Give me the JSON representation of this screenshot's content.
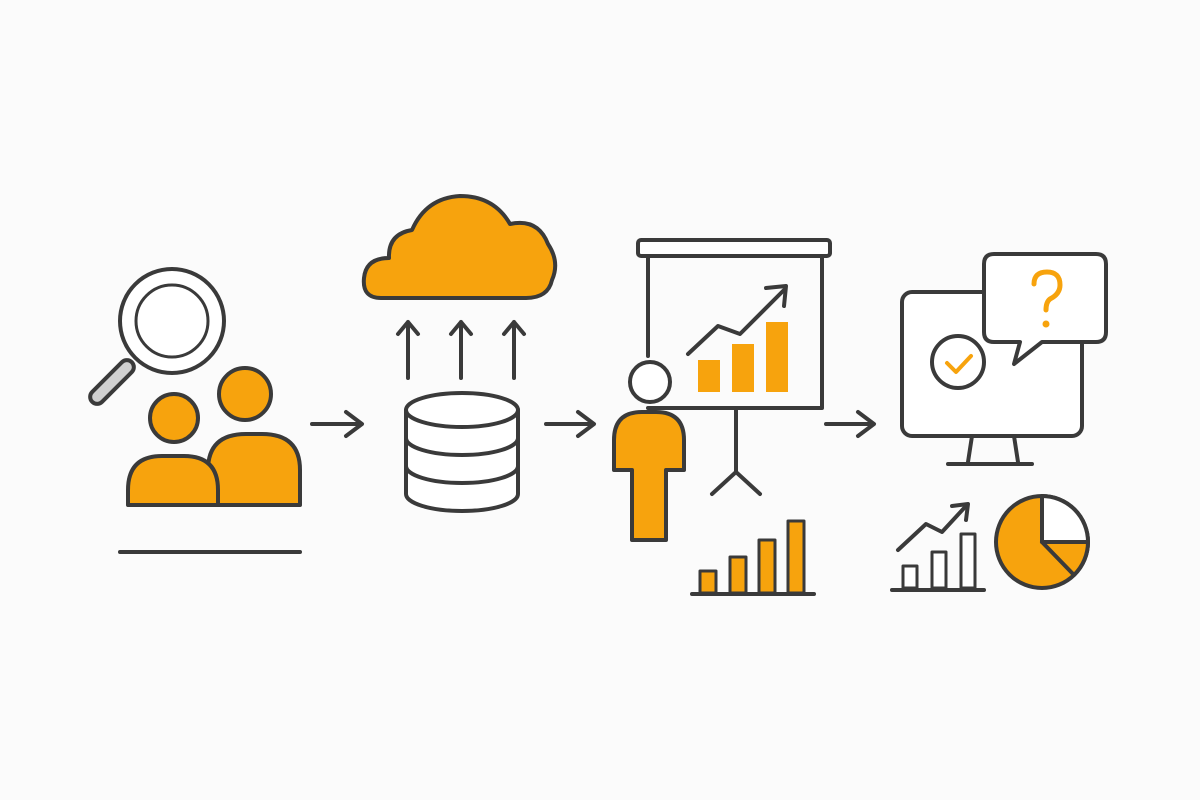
{
  "colors": {
    "accent": "#f7a30d",
    "stroke": "#3a3a3a",
    "background": "#fbfbfb"
  },
  "steps": [
    {
      "id": "audience-research",
      "icons": [
        "magnifying-glass-icon",
        "people-group-icon"
      ]
    },
    {
      "id": "data-collection",
      "icons": [
        "cloud-icon",
        "upload-arrows-icon",
        "database-icon"
      ]
    },
    {
      "id": "presentation",
      "icons": [
        "presenter-person-icon",
        "presentation-board-icon",
        "bar-chart-icon"
      ]
    },
    {
      "id": "review",
      "icons": [
        "computer-monitor-icon",
        "checkmark-icon",
        "question-bubble-icon",
        "line-chart-icon",
        "pie-chart-icon"
      ]
    }
  ],
  "connectors": [
    "right-arrow-icon",
    "right-arrow-icon",
    "right-arrow-icon"
  ]
}
